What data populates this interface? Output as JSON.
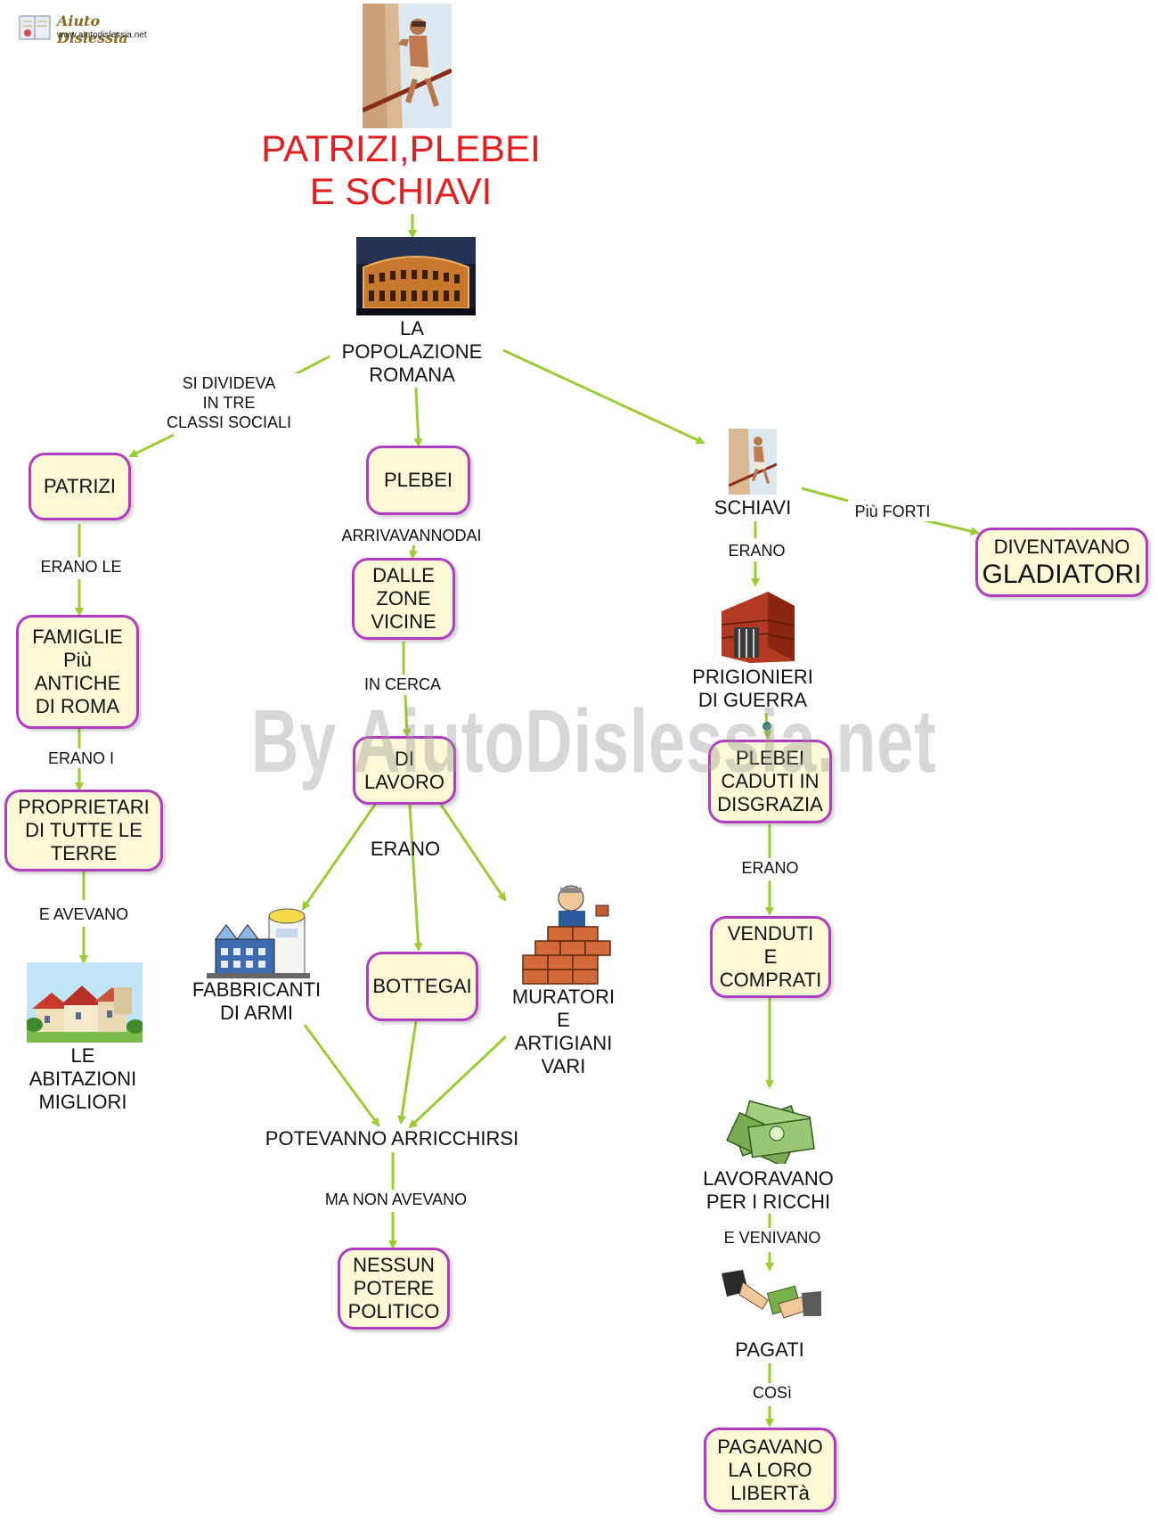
{
  "logo": {
    "name": "Aiuto Dislessia",
    "url": "www.aiutodislessia.net"
  },
  "title": "PATRIZI,PLEBEI\nE SCHIAVI",
  "watermark": "By AiutoDislessia.net",
  "nodes": {
    "popolazione": "LA\nPOPOLAZIONE\nROMANA",
    "patrizi": "PATRIZI",
    "plebei": "PLEBEI",
    "schiavi": "SCHIAVI",
    "gladiatori_line1": "DIVENTAVANO",
    "gladiatori_line2": "GLADIATORI",
    "famiglie": "FAMIGLIE\nPiù\nANTICHE\nDI ROMA",
    "proprietari": "PROPRIETARI\nDI TUTTE LE\nTERRE",
    "abitazioni": "LE\nABITAZIONI\nMIGLIORI",
    "zone_vicine": "DALLE\nZONE\nVICINE",
    "lavoro": "DI\nLAVORO",
    "fabbricanti": "FABBRICANTI\nDI ARMI",
    "botteghe": "BOTTEGAI",
    "muratori": "MURATORI\nE\nARTIGIANI\nVARI",
    "arricchirsi": "POTEVANNO ARRICCHIRSI",
    "potere": "NESSUN\nPOTERE\nPOLITICO",
    "prigionieri": "PRIGIONIERI\nDI GUERRA",
    "plebei_caduti": "PLEBEI\nCADUTI IN\nDISGRAZIA",
    "venduti": "VENDUTI\nE\nCOMPRATI",
    "lavoravano": "LAVORAVANO\nPER I RICCHI",
    "pagati": "PAGATI",
    "liberta": "PAGAVANO\nLA LORO\nLIBERTà"
  },
  "links": {
    "si_divideva": "SI DIVIDEVA\nIN TRE\nCLASSI SOCIALI",
    "erano_le": "ERANO LE",
    "erano_i": "ERANO I",
    "e_avevano": "E AVEVANO",
    "arrivavano": "ARRIVAVANNODAI",
    "in_cerca": "IN CERCA",
    "erano_center": "ERANO",
    "ma_non_avevano": "MA NON AVEVANO",
    "erano_schiavi": "ERANO",
    "piu_forti": "Più FORTI",
    "erano_plebei": "ERANO",
    "e_venivano": "E VENIVANO",
    "cosi": "COSì"
  },
  "colors": {
    "arrow": "#9acd32",
    "border": "#b33bbd",
    "fill": "#fdf8d6",
    "title": "#e41e1e"
  },
  "icons": [
    "slave-climbing-icon",
    "colosseum-icon",
    "prison-icon",
    "factory-icon",
    "bricklayer-icon",
    "houses-icon",
    "money-icon",
    "handshake-icon"
  ]
}
